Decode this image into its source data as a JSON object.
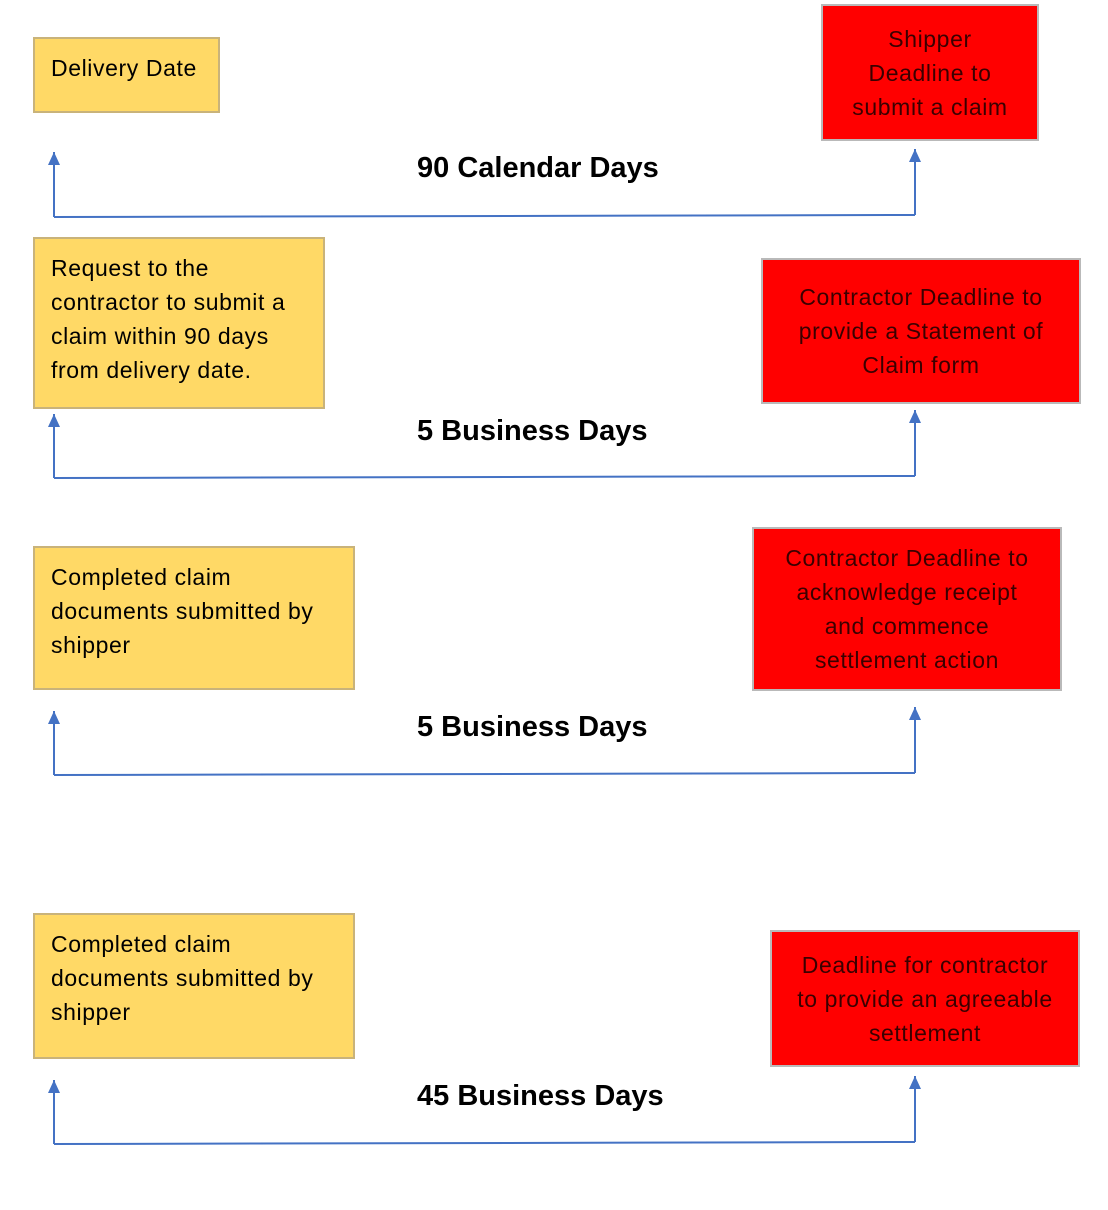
{
  "rows": [
    {
      "start": "Delivery Date",
      "deadline": "Shipper\nDeadline to\nsubmit a claim",
      "duration": "90 Calendar Days"
    },
    {
      "start": "Request to the\ncontractor to submit a\nclaim within 90 days\nfrom delivery date.",
      "deadline": "Contractor Deadline to\nprovide a Statement of\nClaim form",
      "duration": "5 Business Days"
    },
    {
      "start": "Completed claim\ndocuments submitted by\nshipper",
      "deadline": "Contractor Deadline to\nacknowledge receipt\nand commence\nsettlement action",
      "duration": "5 Business Days"
    },
    {
      "start": "Completed claim\ndocuments submitted by\nshipper",
      "deadline": "Deadline for contractor\nto provide an agreeable\nsettlement",
      "duration": "45 Business Days"
    }
  ],
  "colors": {
    "start_fill": "#ffd966",
    "deadline_fill": "#ff0000",
    "connector": "#4472c4"
  }
}
